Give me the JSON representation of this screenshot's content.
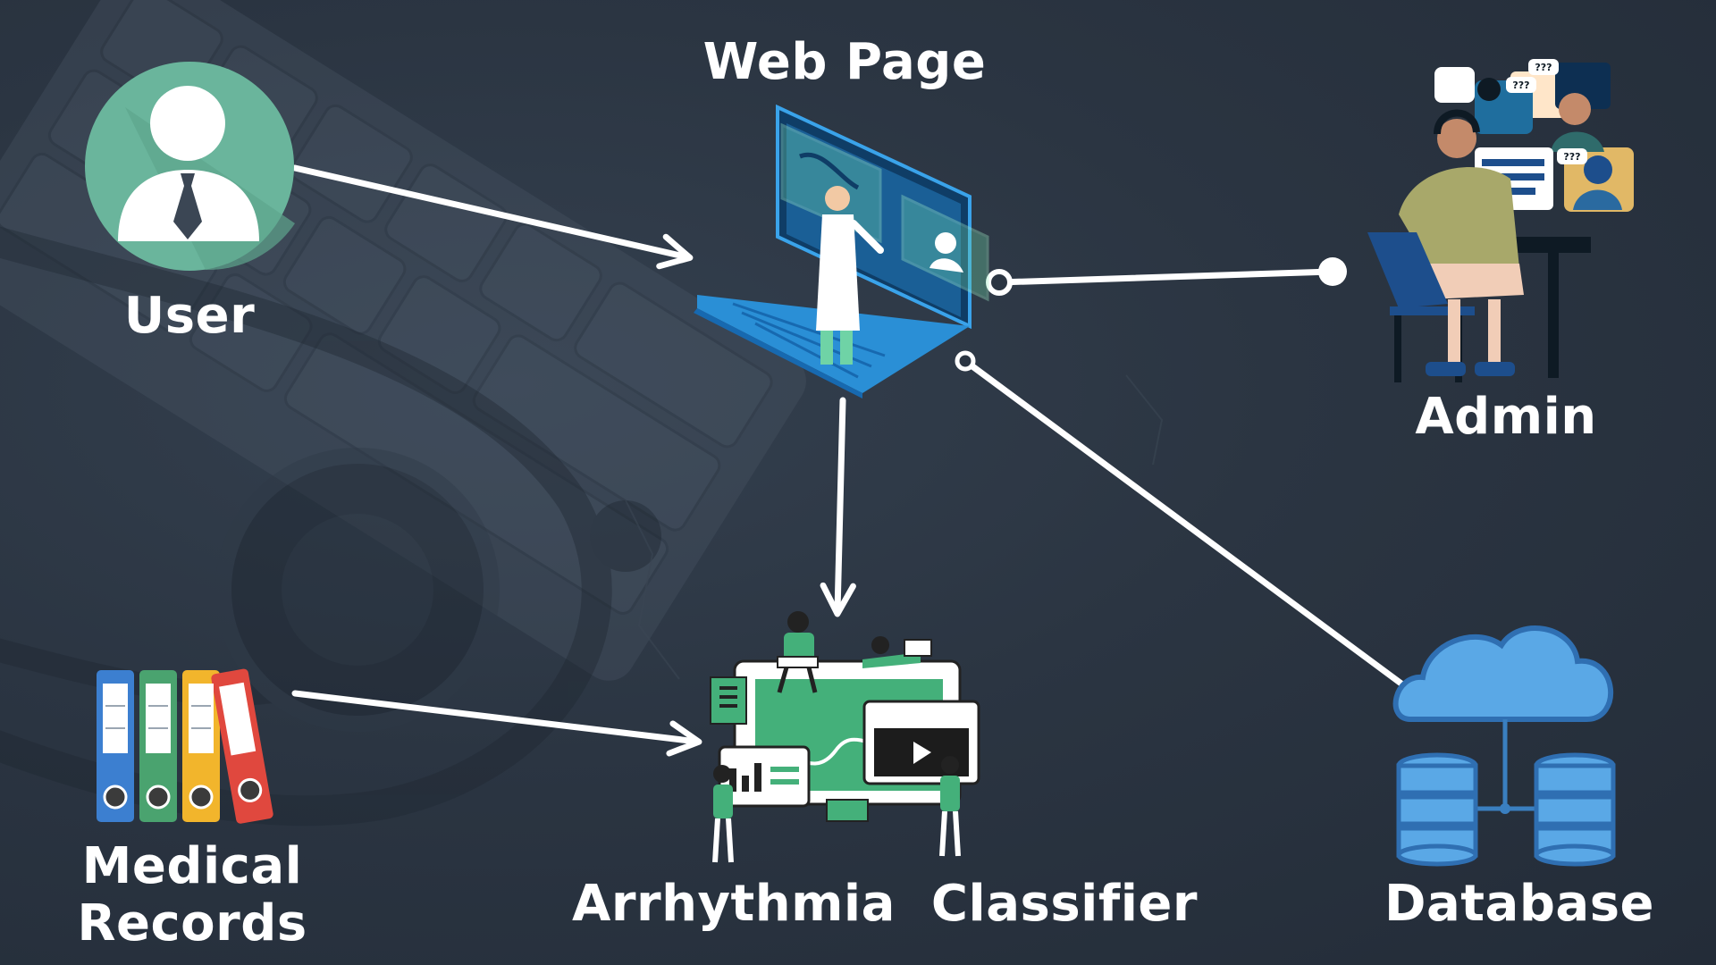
{
  "diagram": {
    "nodes": {
      "user": {
        "label": "User",
        "icon": "user-avatar-icon"
      },
      "web_page": {
        "label": "Web Page",
        "icon": "doctor-laptop-icon"
      },
      "admin": {
        "label": "Admin",
        "icon": "admin-workstation-icon"
      },
      "medical_records": {
        "label_line1": "Medical",
        "label_line2": "Records",
        "icon": "binders-icon"
      },
      "classifier": {
        "label": "Arrhythmia  Classifier",
        "icon": "analytics-team-icon"
      },
      "database": {
        "label": "Database",
        "icon": "cloud-database-icon"
      }
    },
    "edges": [
      {
        "from": "user",
        "to": "web_page",
        "style": "arrow"
      },
      {
        "from": "web_page",
        "to": "admin",
        "style": "circle-ends"
      },
      {
        "from": "web_page",
        "to": "classifier",
        "style": "arrow"
      },
      {
        "from": "web_page",
        "to": "database",
        "style": "circle-ends"
      },
      {
        "from": "medical_records",
        "to": "classifier",
        "style": "arrow"
      }
    ],
    "admin_bubbles": [
      "???",
      "???",
      "???"
    ],
    "colors": {
      "background": "#2b3542",
      "edge": "#ffffff",
      "user_circle": "#6ab59c",
      "laptop_blue": "#2a8fd6",
      "classifier_green": "#44b07a",
      "admin_olive": "#a8a86a",
      "admin_chair": "#1d4e8c",
      "cloud_blue": "#5aa8e6",
      "binder_blue": "#3c7fd0",
      "binder_green": "#4aa36f",
      "binder_yellow": "#f2b52c",
      "binder_red": "#e0483e"
    }
  }
}
